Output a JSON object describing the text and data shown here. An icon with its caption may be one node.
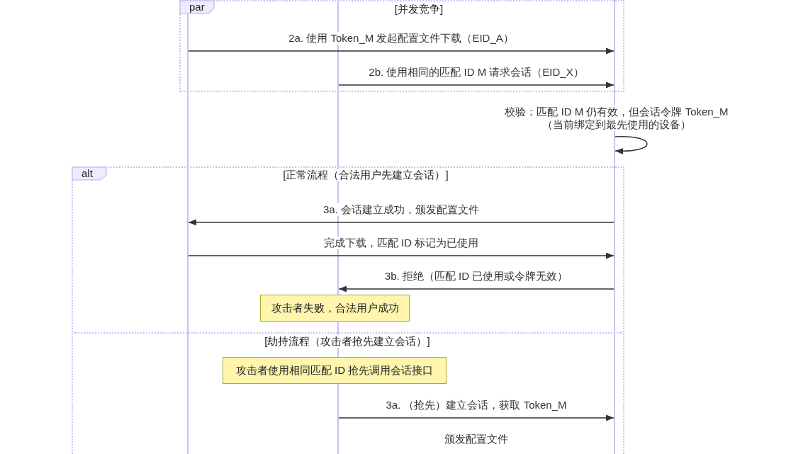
{
  "diagram": {
    "nodes": [
      {
        "text": [],
        "shape": "line"
      },
      {
        "text": [],
        "shape": "line"
      },
      {
        "text": [],
        "shape": "line"
      },
      {
        "text": [
          "[并发竞争]"
        ]
      },
      {
        "text": [
          "par"
        ],
        "in": 3
      },
      {
        "text": [
          "[正常流程（合法用户先建立会话）]",
          "[劫持流程（攻击者抢先建立会话）]"
        ]
      },
      {
        "text": [
          "alt"
        ],
        "in": 5
      },
      {
        "text": [
          "攻击者失败，合法用户成功"
        ],
        "in": 5
      },
      {
        "text": [
          "攻击者使用相同匹配 ID 抢先调用会话接口"
        ],
        "in": 5
      }
    ],
    "edges": [
      {
        "from": 0,
        "to": 2,
        "arrow": "to",
        "label": "2a. 使用 Token_M 发起配置文件下载（EID_A）"
      },
      {
        "from": 1,
        "to": 2,
        "arrow": "to",
        "label": "2b. 使用相同的匹配 ID M 请求会话（EID_X）"
      },
      {
        "from": 2,
        "to": 2,
        "arrow": "to",
        "label": "校验：匹配 ID M 仍有效，但会话令牌 Token_M（当前绑定到最先使用的设备）"
      },
      {
        "from": 2,
        "to": 0,
        "arrow": "to",
        "label": "3a. 会话建立成功，颁发配置文件"
      },
      {
        "from": 0,
        "to": 2,
        "arrow": "to",
        "label": "完成下载，匹配 ID 标记为已使用"
      },
      {
        "from": 2,
        "to": 1,
        "arrow": "to",
        "label": "3b. 拒绝（匹配 ID 已使用或令牌无效）"
      },
      {
        "from": 1,
        "to": 2,
        "arrow": "to",
        "label": "3a. （抢先）建立会话，获取 Token_M"
      }
    ],
    "labels": [
      "颁发配置文件"
    ]
  }
}
